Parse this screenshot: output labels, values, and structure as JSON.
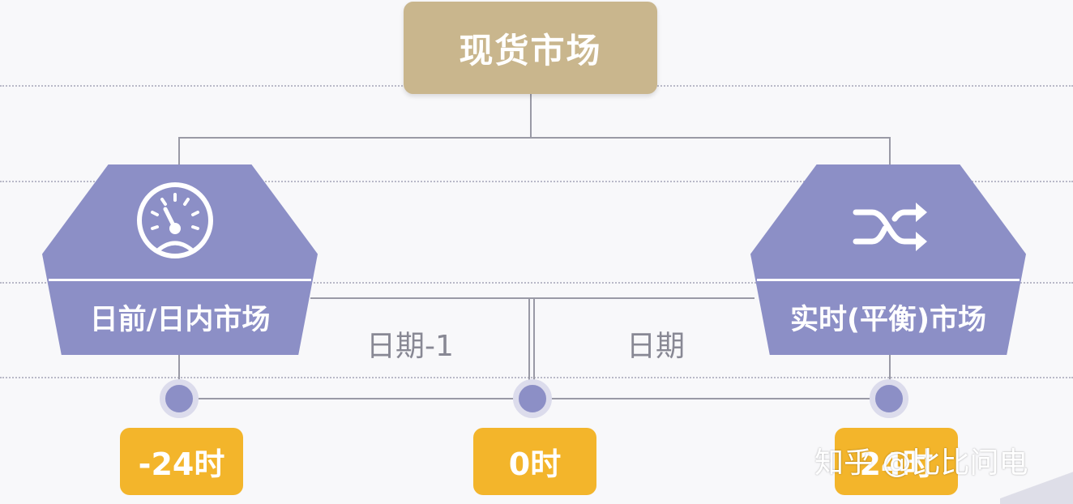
{
  "top": {
    "label": "现货市场"
  },
  "left_market": {
    "label": "日前/日内市场",
    "icon": "speedometer-icon"
  },
  "right_market": {
    "label": "实时(平衡)市场",
    "icon": "shuffle-icon"
  },
  "periods": {
    "left": "日期-1",
    "right": "日期"
  },
  "times": {
    "start": "-24时",
    "mid": "0时",
    "end": "24时"
  },
  "watermark": "知乎 @比比问电",
  "colors": {
    "top_box": "#c9b68d",
    "market": "#8c8fc6",
    "time_badge": "#f3b52b",
    "node_ring": "#dcdcec"
  }
}
